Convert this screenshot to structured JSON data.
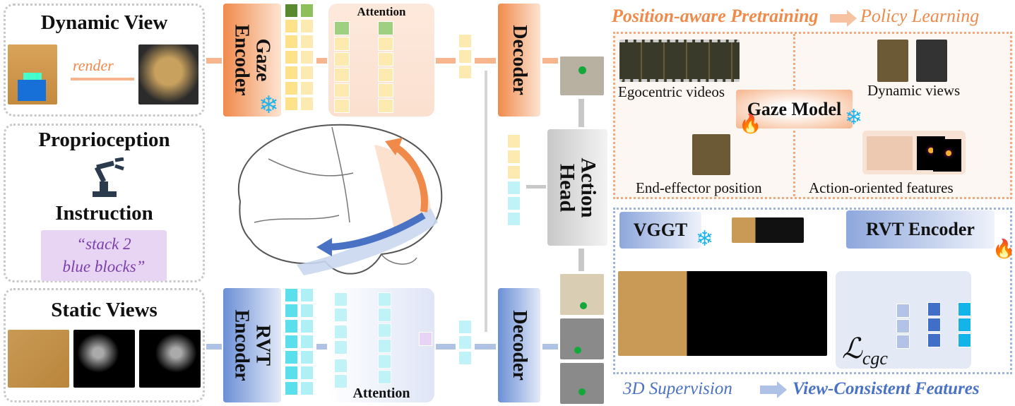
{
  "left": {
    "dynamic_view": {
      "title": "Dynamic View",
      "arrow_label": "render"
    },
    "proprioception": {
      "title": "Proprioception",
      "icon": "robot-arm-icon"
    },
    "instruction": {
      "title": "Instruction",
      "text_line1": "“stack 2",
      "text_line2": "blue blocks”"
    },
    "static_views": {
      "title": "Static Views"
    }
  },
  "top_branch": {
    "encoder": "Gaze Encoder",
    "encoder_line1": "Gaze",
    "encoder_line2": "Encoder",
    "attention": "Attention",
    "decoder": "Decoder",
    "encoder_state": "frozen"
  },
  "bottom_branch": {
    "encoder_line1": "RVT",
    "encoder_line2": "Encoder",
    "attention": "Attention",
    "decoder": "Decoder"
  },
  "action_head": {
    "line1": "Action",
    "line2": "Head"
  },
  "pretraining": {
    "header_left": "Position-aware Pretraining",
    "header_right": "Policy Learning",
    "center": "Gaze Model",
    "egocentric": "Egocentric videos",
    "end_effector": "End-effector position",
    "dynamic_views": "Dynamic views",
    "action_features": "Action-oriented features"
  },
  "supervision": {
    "vggt": "VGGT",
    "rvt_encoder": "RVT Encoder",
    "loss": "ℒ",
    "loss_sub": "cgc",
    "footer_left": "3D Supervision",
    "footer_right": "View-Consistent Features"
  },
  "colors": {
    "orange": "#f08a4b",
    "blue": "#4a72c4",
    "cyan": "#7fe8f2",
    "yellow": "#fde7a6",
    "purple": "#7b3fa8"
  }
}
